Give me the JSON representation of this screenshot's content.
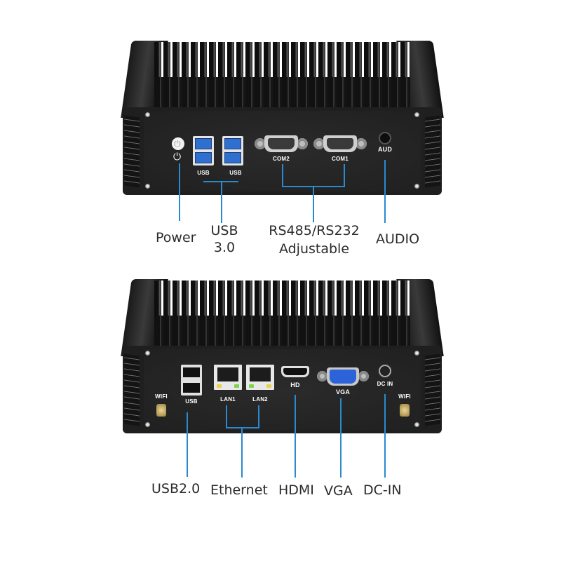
{
  "top_device": {
    "port_labels": {
      "usb_left": "USB",
      "usb_right": "USB",
      "com2": "COM2",
      "com1": "COM1",
      "aud": "AUD"
    },
    "callouts": {
      "power": "Power",
      "usb_line1": "USB",
      "usb_line2": "3.0",
      "rs_line1": "RS485/RS232",
      "rs_line2": "Adjustable",
      "audio": "AUDIO"
    },
    "icons": {
      "power_button": "power-icon",
      "power_symbol": "power-icon"
    }
  },
  "bottom_device": {
    "port_labels": {
      "wifi_left": "WIFI",
      "usb": "USB",
      "lan1": "LAN1",
      "lan2": "LAN2",
      "hd": "HD",
      "vga": "VGA",
      "dc_in": "DC IN",
      "wifi_right": "WIFI"
    },
    "callouts": {
      "usb2": "USB2.0",
      "ethernet": "Ethernet",
      "hdmi": "HDMI",
      "vga": "VGA",
      "dc_in": "DC-IN"
    }
  },
  "colors": {
    "callout_line": "#2a8ad0",
    "chassis": "#1f1f1f",
    "usb3_blue": "#2e6fd0",
    "vga_blue": "#2d63d8",
    "lan_led_yellow": "#e8d24a",
    "lan_led_green": "#7cd64a",
    "callout_text": "#2b2b2b"
  }
}
